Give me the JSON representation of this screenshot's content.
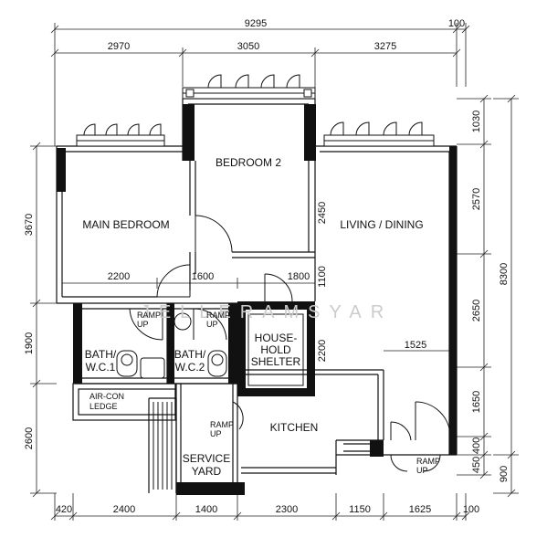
{
  "top_dims": {
    "overall": "9295",
    "extra": "100",
    "seg1": "2970",
    "seg2": "3050",
    "seg3": "3275"
  },
  "bottom_dims": {
    "d0": "420",
    "d1": "2400",
    "d2": "1400",
    "d3": "2300",
    "d4": "1150",
    "d5": "1625",
    "d6": "100"
  },
  "left_dims": {
    "l1": "3670",
    "l2": "1900",
    "l3": "2600"
  },
  "right_dims": {
    "r1": "1030",
    "r2": "2570",
    "r3": "2650",
    "r4": "1650",
    "r5": "400",
    "r6": "450",
    "overall": "8300",
    "bottom": "900"
  },
  "inner_dims": {
    "i2200": "2200",
    "i1600": "1600",
    "i1800": "1800",
    "i2450": "2450",
    "i1100": "1100",
    "i2200v": "2200",
    "i1525": "1525"
  },
  "rooms": {
    "main_bedroom": "MAIN BEDROOM",
    "bedroom2": "BEDROOM 2",
    "living_dining": "LIVING / DINING",
    "bath1_a": "BATH/",
    "bath1_b": "W.C.1",
    "bath2_a": "BATH/",
    "bath2_b": "W.C.2",
    "shelter_a": "HOUSE-",
    "shelter_b": "HOLD",
    "shelter_c": "SHELTER",
    "kitchen": "KITCHEN",
    "service_a": "SERVICE",
    "service_b": "YARD",
    "aircon_a": "AIR-CON",
    "aircon_b": "LEDGE"
  },
  "labels": {
    "ramp1_a": "RAMP",
    "ramp1_b": "UP",
    "ramp2_a": "RAMP",
    "ramp2_b": "UP",
    "ramp3_a": "RAMP",
    "ramp3_b": "UP",
    "ramp4_a": "RAMP",
    "ramp4_b": "UP"
  },
  "watermark": "JELLERAMSYAR"
}
